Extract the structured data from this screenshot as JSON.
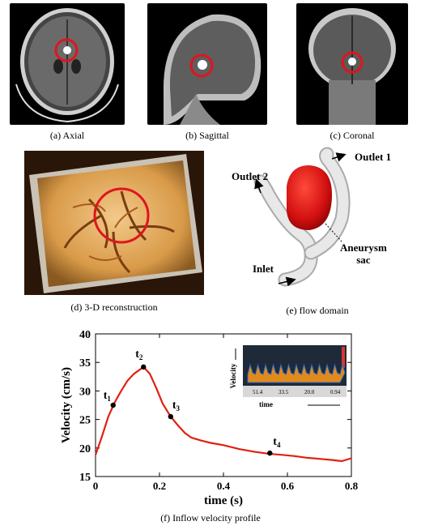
{
  "panels": {
    "a": {
      "caption": "(a) Axial"
    },
    "b": {
      "caption": "(b) Sagittal"
    },
    "c": {
      "caption": "(c) Coronal"
    },
    "d": {
      "caption": "(d) 3-D reconstruction"
    },
    "e": {
      "caption": "(e)  flow domain",
      "labels": {
        "outlet1": "Outlet 1",
        "outlet2": "Outlet 2",
        "inlet": "Inlet",
        "aneurysm_line1": "Aneurysm",
        "aneurysm_line2": "sac"
      }
    },
    "f": {
      "caption": "(f) Inflow velocity profile"
    }
  },
  "chart_data": {
    "type": "line",
    "title": "",
    "xlabel": "time (s)",
    "ylabel": "Velocity (cm/s)",
    "xlim": [
      0,
      0.8
    ],
    "ylim": [
      15,
      40
    ],
    "xticks": [
      "0",
      "0.2",
      "0.4",
      "0.6",
      "0.8"
    ],
    "yticks": [
      "15",
      "20",
      "25",
      "30",
      "35",
      "40"
    ],
    "color": "#e02010",
    "series": [
      {
        "x": [
          0,
          0.02,
          0.04,
          0.06,
          0.08,
          0.1,
          0.12,
          0.15,
          0.17,
          0.19,
          0.21,
          0.235,
          0.26,
          0.28,
          0.3,
          0.33,
          0.36,
          0.4,
          0.45,
          0.5,
          0.54,
          0.58,
          0.62,
          0.66,
          0.7,
          0.74,
          0.77,
          0.8
        ],
        "y": [
          18.8,
          22.0,
          25.5,
          28.0,
          30.0,
          31.8,
          33.0,
          34.2,
          33.0,
          30.5,
          27.8,
          25.5,
          23.8,
          22.6,
          21.8,
          21.3,
          20.9,
          20.5,
          19.8,
          19.3,
          19.0,
          18.8,
          18.6,
          18.3,
          18.1,
          17.9,
          17.7,
          18.2
        ]
      }
    ],
    "markers": [
      {
        "label": "t1",
        "sub": "1",
        "x": 0.055,
        "y": 27.5
      },
      {
        "label": "t2",
        "sub": "2",
        "x": 0.15,
        "y": 34.2
      },
      {
        "label": "t3",
        "sub": "3",
        "x": 0.235,
        "y": 25.5
      },
      {
        "label": "t4",
        "sub": "4",
        "x": 0.545,
        "y": 19.1
      }
    ],
    "inset": {
      "ylabel": "Velocity",
      "xlabel": "time",
      "readouts": [
        "51.4",
        "33.5",
        "20.0",
        "0.94"
      ]
    }
  }
}
